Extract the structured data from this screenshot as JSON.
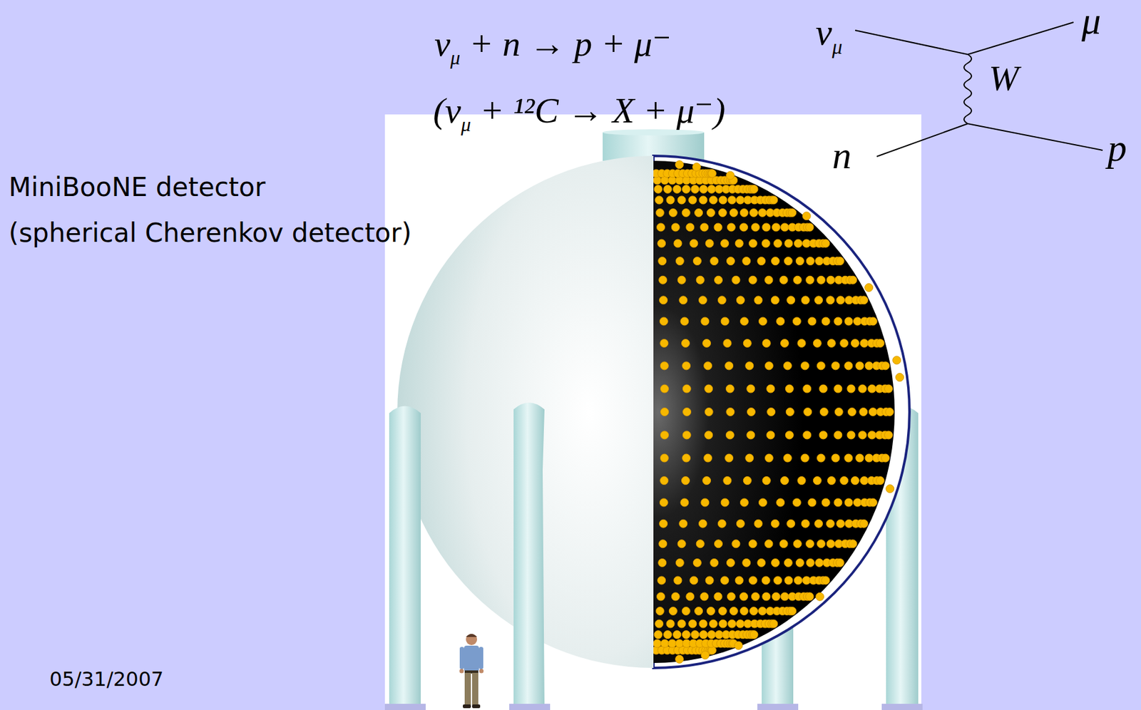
{
  "diagram": {
    "labels": [
      "ν",
      "μ",
      "+ n → p + μ⁻",
      "(ν",
      "μ",
      "+ ¹²C → X + μ⁻)",
      "MiniBooNE detector",
      "(spherical Cherenkov detector)",
      "ν",
      "μ",
      "μ",
      "W",
      "n",
      "p",
      "05/31/2007"
    ]
  }
}
